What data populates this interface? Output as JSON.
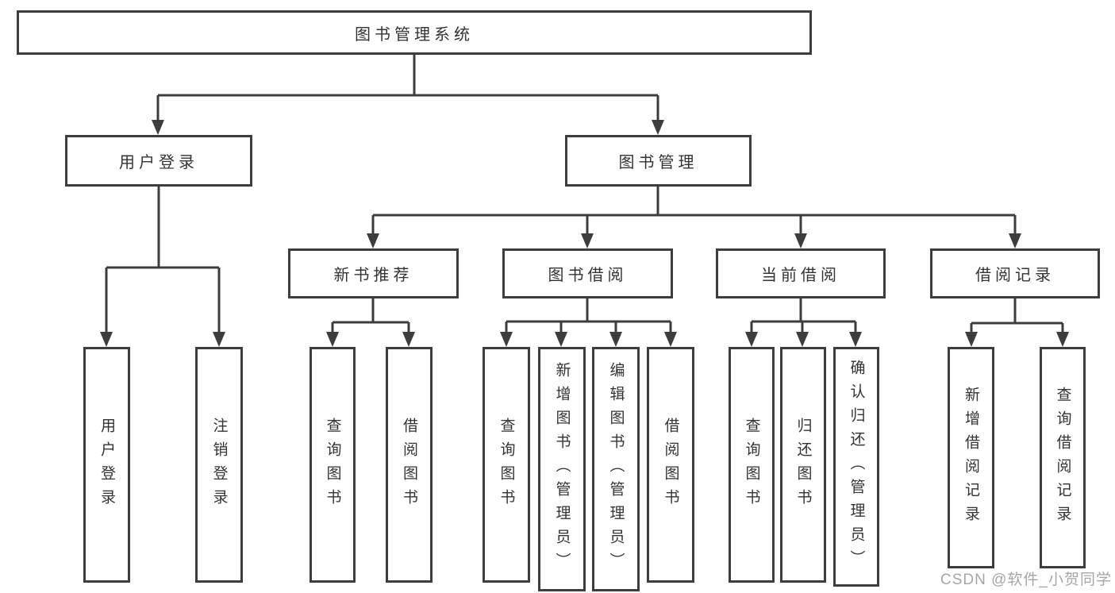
{
  "colors": {
    "background": "#ffffff",
    "line": "#3d3d3d",
    "box_border": "#3d3d3d",
    "box_fill": "#ffffff",
    "text": "#333333",
    "watermark": "#a6a6a6"
  },
  "watermark": {
    "text": "CSDN @软件_小贺同学"
  },
  "diagram": {
    "root": {
      "label": "图书管理系统"
    },
    "level2": [
      {
        "label": "用户登录"
      },
      {
        "label": "图书管理"
      }
    ],
    "level3": [
      {
        "label": "新书推荐"
      },
      {
        "label": "图书借阅"
      },
      {
        "label": "当前借阅"
      },
      {
        "label": "借阅记录"
      }
    ],
    "leaves": [
      {
        "label": "用户登录"
      },
      {
        "label": "注销登录"
      },
      {
        "label": "查询图书"
      },
      {
        "label": "借阅图书"
      },
      {
        "label": "查询图书"
      },
      {
        "label": "新增图书（管理员）"
      },
      {
        "label": "编辑图书（管理员）"
      },
      {
        "label": "借阅图书"
      },
      {
        "label": "查询图书"
      },
      {
        "label": "归还图书"
      },
      {
        "label": "确认归还（管理员）"
      },
      {
        "label": "新增借阅记录"
      },
      {
        "label": "查询借阅记录"
      }
    ]
  }
}
